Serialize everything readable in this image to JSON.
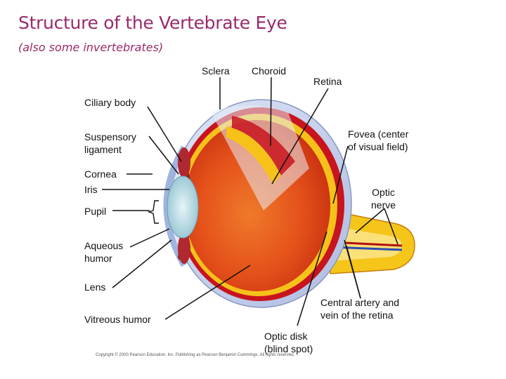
{
  "title": "Structure of the Vertebrate Eye",
  "subtitle": "(also some invertebrates)",
  "labels": {
    "sclera": "Sclera",
    "choroid": "Choroid",
    "retina": "Retina",
    "ciliary_body": "Ciliary body",
    "suspensory_ligament_1": "Suspensory",
    "suspensory_ligament_2": "ligament",
    "fovea_1": "Fovea (center",
    "fovea_2": "of visual field)",
    "cornea": "Cornea",
    "iris": "Iris",
    "optic_nerve_1": "Optic",
    "optic_nerve_2": "nerve",
    "pupil": "Pupil",
    "aqueous_humor_1": "Aqueous",
    "aqueous_humor_2": "humor",
    "lens": "Lens",
    "central_artery_1": "Central artery and",
    "central_artery_2": "vein of the retina",
    "vitreous_humor": "Vitreous humor",
    "optic_disk_1": "Optic disk",
    "optic_disk_2": "(blind spot)"
  },
  "copyright": "Copyright © 2000 Pearson Education, Inc. Publishing as Pearson Benjamin Cummings. All rights reserved.",
  "colors": {
    "title": "#9a2a6a",
    "sclera": "#c7d3ef",
    "choroid": "#c8141e",
    "retina": "#f6c21a",
    "vitreous": "#e8501a",
    "lens": "#b9dde6",
    "optic_nerve": "#f5c51a"
  }
}
